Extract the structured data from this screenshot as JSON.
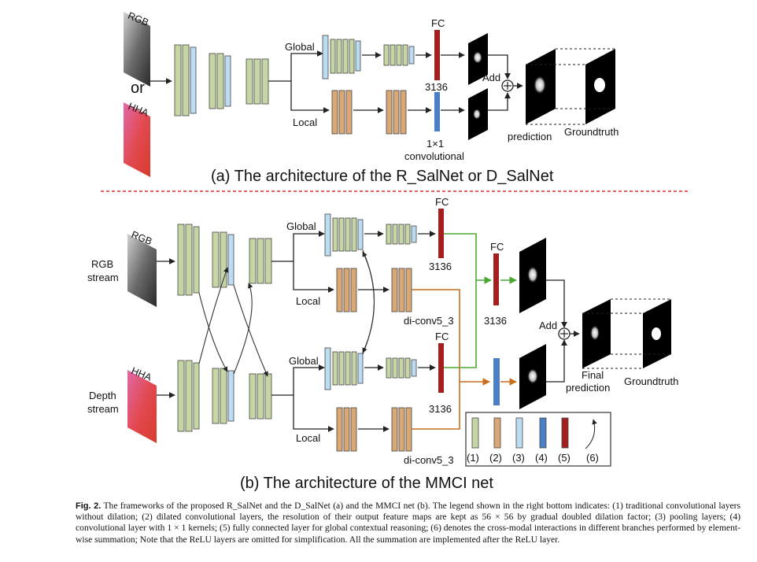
{
  "panel_a": {
    "title": "(a) The architecture of the R_SalNet or D_SalNet",
    "input_rgb": "RGB",
    "input_or": "or",
    "input_hha": "HHA",
    "global_label": "Global",
    "local_label": "Local",
    "fc_label": "FC",
    "fc_dim": "3136",
    "conv_label_1": "1×1",
    "conv_label_2": "convolutional",
    "add_label": "Add",
    "prediction_label": "prediction",
    "groundtruth_label": "Groundtruth"
  },
  "panel_b": {
    "title": "(b) The architecture of the MMCI net",
    "rgb_input": "RGB",
    "rgb_stream_1": "RGB",
    "rgb_stream_2": "stream",
    "hha_input": "HHA",
    "depth_stream_1": "Depth",
    "depth_stream_2": "stream",
    "global_label": "Global",
    "local_label": "Local",
    "fc_label": "FC",
    "fc_dim": "3136",
    "diconv_label": "di-conv5_3",
    "add_label": "Add",
    "final_label_1": "Final",
    "final_label_2": "prediction",
    "groundtruth_label": "Groundtruth"
  },
  "legend": {
    "items": [
      "(1)",
      "(2)",
      "(3)",
      "(4)",
      "(5)",
      "(6)"
    ]
  },
  "colors": {
    "conv": "#c5d6a4",
    "dilated": "#d9a874",
    "pool": "#bcdcf2",
    "conv1x1": "#4a7fc8",
    "fc": "#a3201e",
    "green_path": "#4aa832",
    "orange_path": "#c86e1e",
    "separator": "#d62e2e"
  },
  "caption": {
    "fig_label": "Fig. 2.",
    "text": "The frameworks of the proposed R_SalNet and the D_SalNet (a) and the MMCI net (b). The legend shown in the right bottom indicates: (1) traditional convolutional layers without dilation; (2) dilated convolutional layers, the resolution of their output feature maps are kept as 56 × 56 by gradual doubled dilation factor; (3) pooling layers; (4) convolutional layer with 1 × 1 kernels; (5) fully connected layer for global contextual reasoning; (6) denotes the cross-modal interactions in different branches performed by element-wise summation; Note that the ReLU layers are omitted for simplification. All the summation are implemented after the ReLU layer."
  }
}
